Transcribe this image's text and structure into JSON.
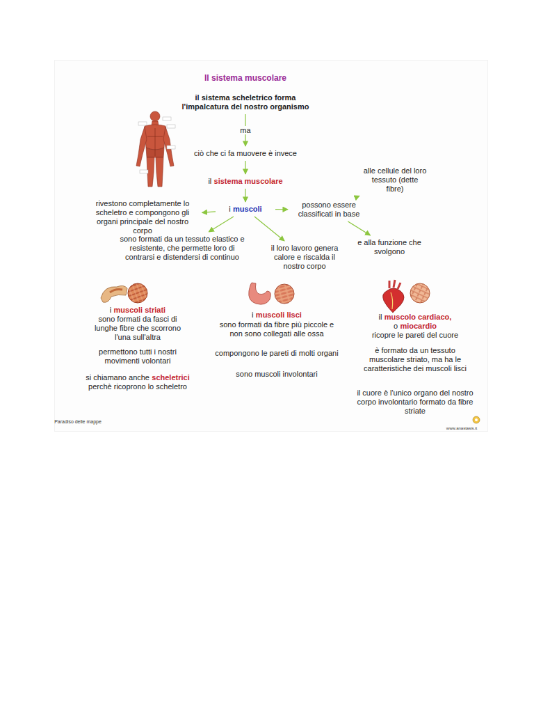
{
  "diagram": {
    "title": "Il sistema muscolare",
    "nodes": [
      {
        "text": [
          "il sistema scheletrico forma l'impalcatura del nostro organismo"
        ]
      },
      {
        "text": [
          "ciò che ci fa muovere è invece"
        ]
      },
      {
        "text": [
          "il",
          "sistema muscolare"
        ]
      },
      {
        "text": [
          "i",
          "muscoli"
        ]
      },
      {
        "text": [
          "rivestono completamente lo scheletro e compongono gli organi principale del nostro corpo"
        ]
      },
      {
        "text": [
          "possono essere classificati in base"
        ]
      },
      {
        "text": [
          "alle cellule del loro tessuto (dette fibre)"
        ]
      },
      {
        "text": [
          "e alla funzione che svolgono"
        ]
      },
      {
        "text": [
          "sono formati da un tessuto elastico e resistente, che permette loro di contrarsi e distendersi di continuo"
        ]
      },
      {
        "text": [
          "il loro lavoro genera calore e riscalda il nostro corpo"
        ]
      }
    ],
    "edges": [
      {
        "from": 0,
        "to": 1,
        "label": "ma",
        "arrow": "to"
      },
      {
        "from": 1,
        "to": 2,
        "arrow": "to"
      },
      {
        "from": 2,
        "to": 3,
        "arrow": "to"
      },
      {
        "from": 3,
        "to": 4,
        "arrow": "to"
      },
      {
        "from": 3,
        "to": 5,
        "arrow": "to"
      },
      {
        "from": 5,
        "to": 6,
        "arrow": "to"
      },
      {
        "from": 5,
        "to": 7,
        "arrow": "to"
      },
      {
        "from": 3,
        "to": 8,
        "arrow": "to"
      },
      {
        "from": 3,
        "to": 9,
        "arrow": "to"
      }
    ],
    "labels": [
      "i",
      "muscoli striati",
      "sono formati da fasci di lunghe fibre che scorrono l'una sull'altra",
      "permettono tutti i nostri movimenti volontari",
      "si chiamano anche",
      "scheletrici",
      "perchè ricoprono lo scheletro",
      "i",
      "muscoli lisci",
      "sono formati da fibre più piccole e non sono collegati alle ossa",
      "compongono le pareti di molti organi",
      "sono muscoli involontari",
      "il",
      "muscolo cardiaco,",
      "o",
      "miocardio",
      "ricopre le pareti del cuore",
      "è formato da un tessuto muscolare striato, ma ha le caratteristiche dei muscoli lisci",
      "il cuore è l'unico organo del nostro corpo involontario formato da fibre striate",
      "Paradiso delle mappe",
      "www.anastasis.it"
    ]
  }
}
